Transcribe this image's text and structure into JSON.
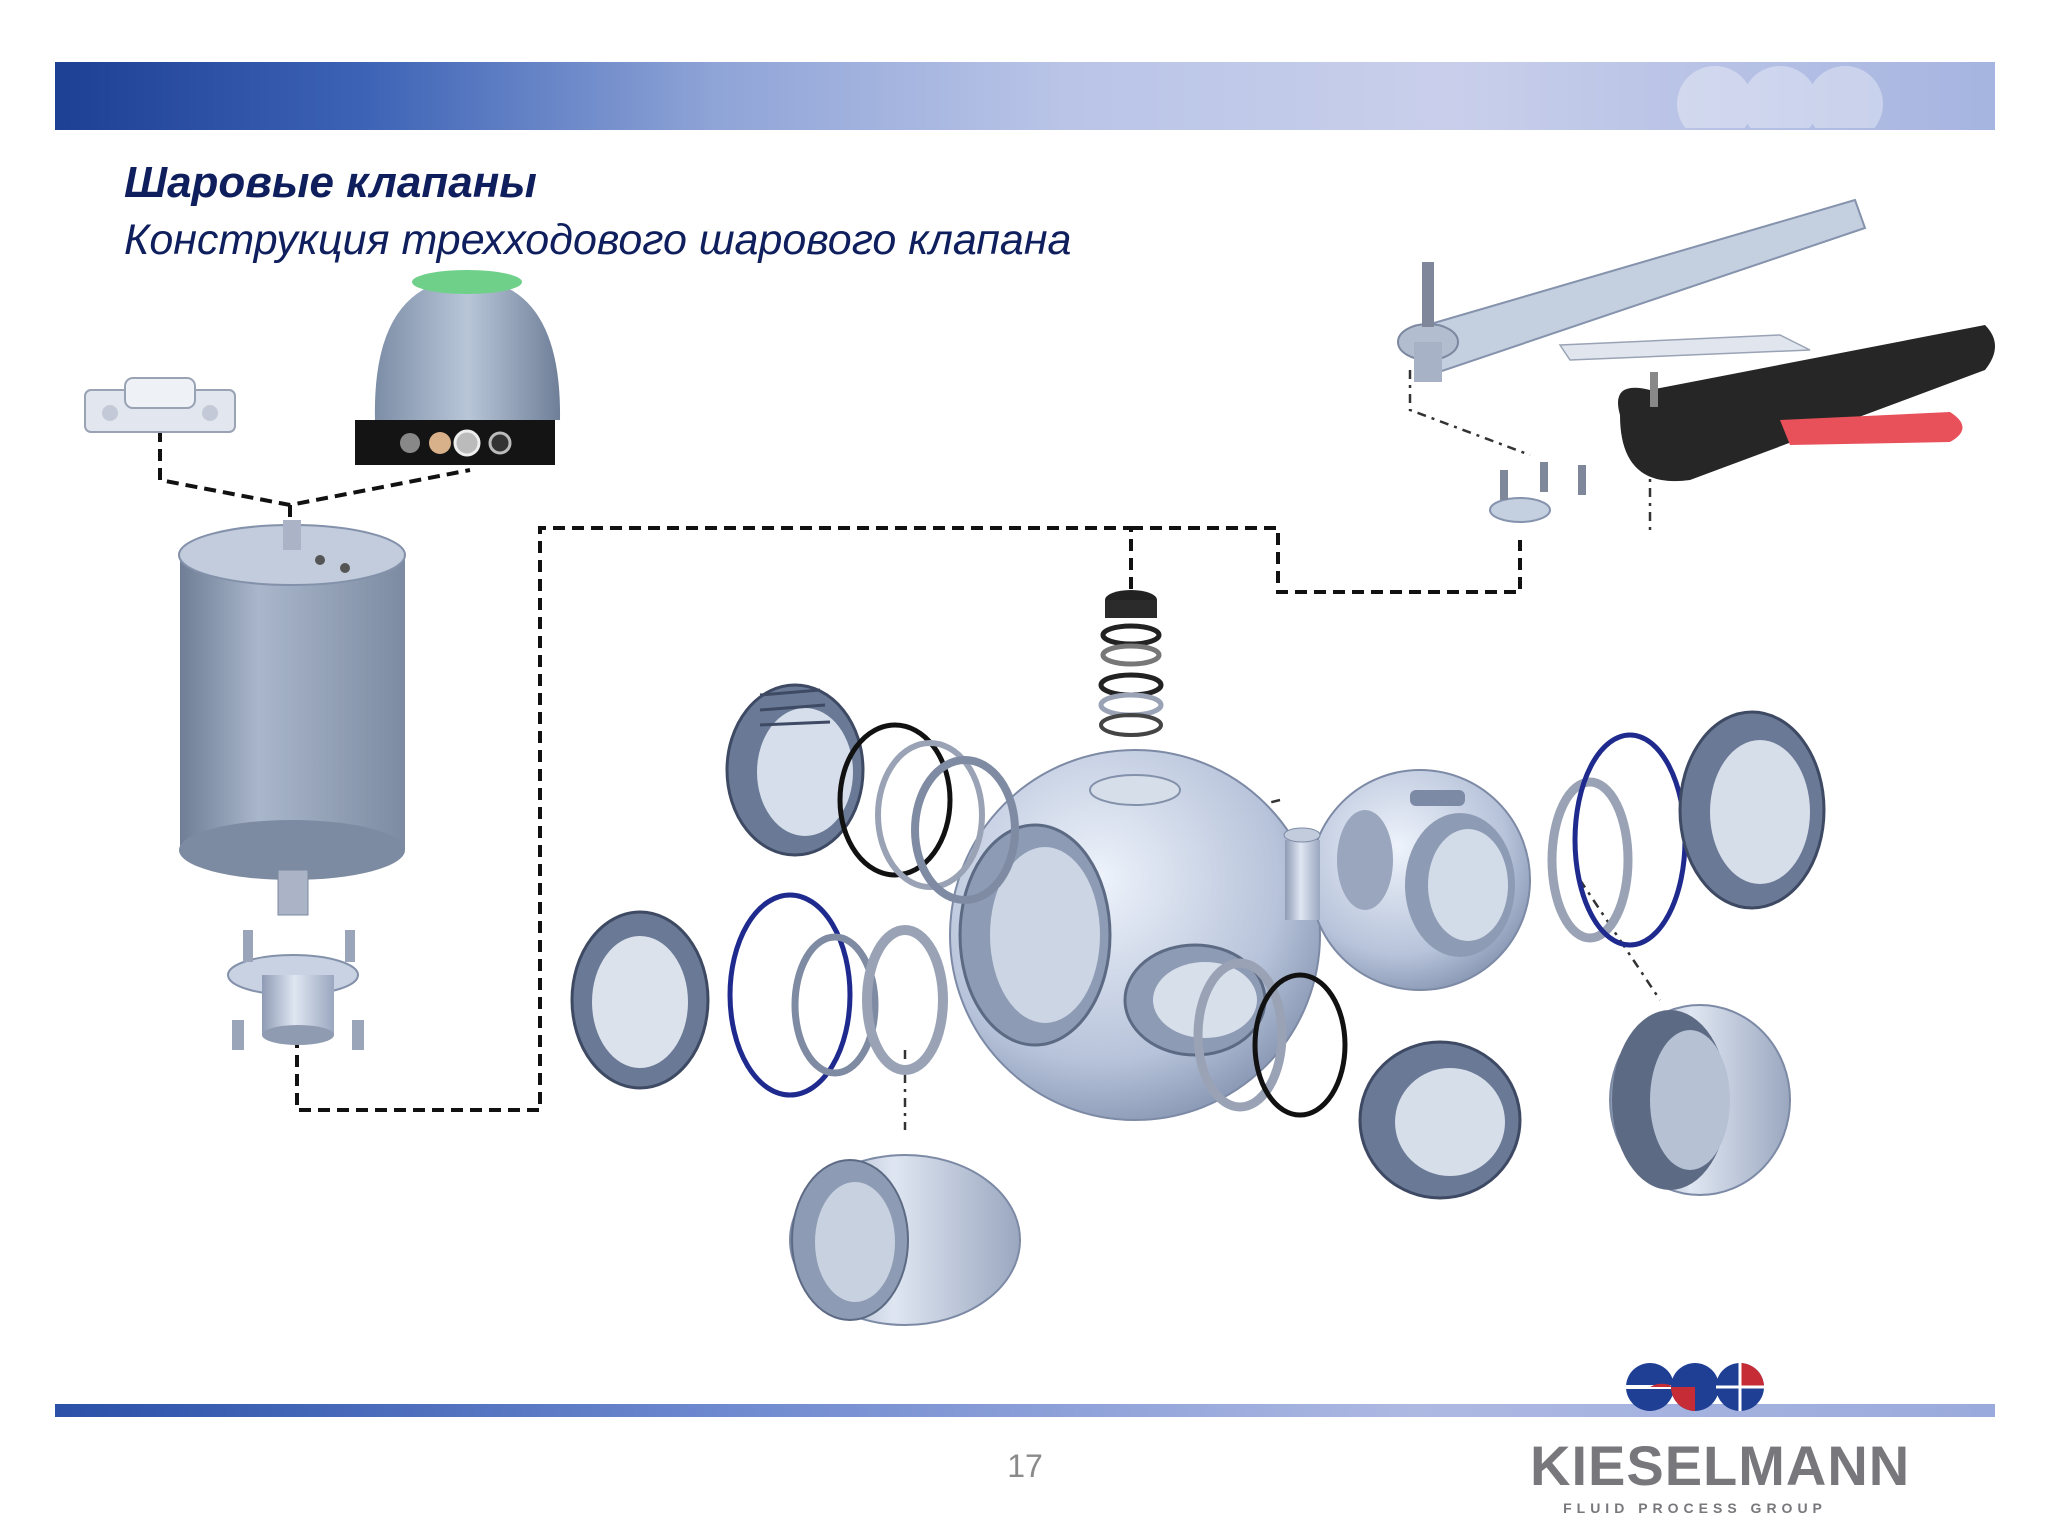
{
  "slide": {
    "title": "Шаровые клапаны",
    "subtitle": "Конструкция трехходового шарового клапана",
    "page_number": "17"
  },
  "logo": {
    "name": "KIESELMANN",
    "tagline": "FLUID PROCESS GROUP"
  },
  "colors": {
    "band_dark": "#1d3f94",
    "band_light": "#c9cfeb",
    "title": "#0f1f5e",
    "metal": "#c7d3e6",
    "seal_blue": "#1e2a8e",
    "handle_black": "#222222",
    "handle_red": "#e8505a"
  }
}
